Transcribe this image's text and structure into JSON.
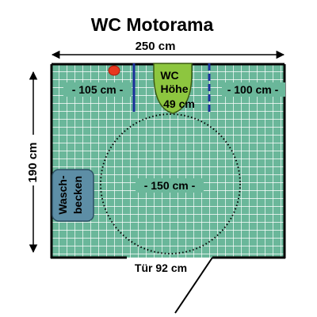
{
  "title": "WC Motorama",
  "dimensions": {
    "width_label": "250 cm",
    "height_label": "190 cm",
    "left_gap_label": "- 105 cm -",
    "right_gap_label": "- 100 cm -",
    "turning_circle_label": "- 150 cm -"
  },
  "wc": {
    "line1": "WC",
    "line2": "Höhe",
    "line3": "49 cm"
  },
  "sink": {
    "line1": "Wasch-",
    "line2": "becken"
  },
  "door_label": "Tür 92 cm",
  "colors": {
    "floor": "#6ab79a",
    "grid": "#ffffff",
    "wall": "#000000",
    "wc_fill": "#8dc63f",
    "sink_fill": "#5d8ea6",
    "grab_bar": "#1b2f9a",
    "alarm_button": "#e8371e"
  }
}
